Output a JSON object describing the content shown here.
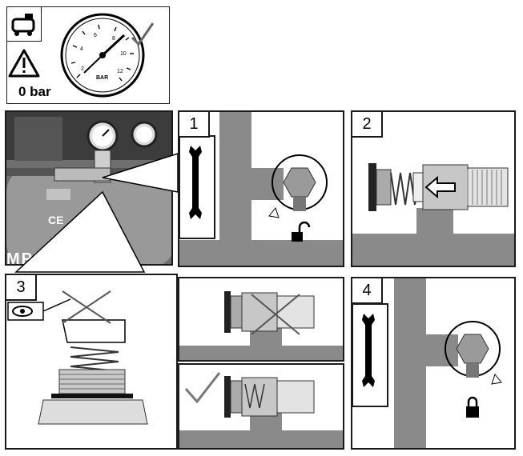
{
  "header": {
    "pressure_label": "0 bar",
    "gauge_unit": "BAR",
    "gauge_ticks": [
      "2",
      "4",
      "6",
      "8",
      "10",
      "12"
    ]
  },
  "steps": [
    {
      "number": "1",
      "lock_state": "unlock"
    },
    {
      "number": "2"
    },
    {
      "number": "3"
    },
    {
      "number": "4",
      "lock_state": "lock"
    }
  ],
  "photo": {
    "brand_fragment": "MPRESS",
    "ce_mark": "CE"
  },
  "colors": {
    "pipe": "#8a8a8a",
    "panel_border": "#1a1a1a"
  }
}
